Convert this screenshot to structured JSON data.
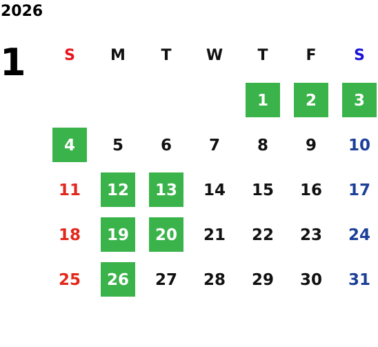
{
  "year": "2026",
  "month": "1",
  "colors": {
    "highlight": "#3ab34a",
    "sunday": "#e2281c",
    "saturday": "#1c3f98",
    "weekday": "#111111"
  },
  "weekdays": [
    "S",
    "M",
    "T",
    "W",
    "T",
    "F",
    "S"
  ],
  "weeks": [
    [
      {
        "d": ""
      },
      {
        "d": ""
      },
      {
        "d": ""
      },
      {
        "d": ""
      },
      {
        "d": "1",
        "hl": true
      },
      {
        "d": "2",
        "hl": true
      },
      {
        "d": "3",
        "hl": true
      }
    ],
    [
      {
        "d": "4",
        "hl": true
      },
      {
        "d": "5"
      },
      {
        "d": "6"
      },
      {
        "d": "7"
      },
      {
        "d": "8"
      },
      {
        "d": "9"
      },
      {
        "d": "10"
      }
    ],
    [
      {
        "d": "11"
      },
      {
        "d": "12",
        "hl": true
      },
      {
        "d": "13",
        "hl": true
      },
      {
        "d": "14"
      },
      {
        "d": "15"
      },
      {
        "d": "16"
      },
      {
        "d": "17"
      }
    ],
    [
      {
        "d": "18"
      },
      {
        "d": "19",
        "hl": true
      },
      {
        "d": "20",
        "hl": true
      },
      {
        "d": "21"
      },
      {
        "d": "22"
      },
      {
        "d": "23"
      },
      {
        "d": "24"
      }
    ],
    [
      {
        "d": "25"
      },
      {
        "d": "26",
        "hl": true
      },
      {
        "d": "27"
      },
      {
        "d": "28"
      },
      {
        "d": "29"
      },
      {
        "d": "30"
      },
      {
        "d": "31"
      }
    ]
  ]
}
